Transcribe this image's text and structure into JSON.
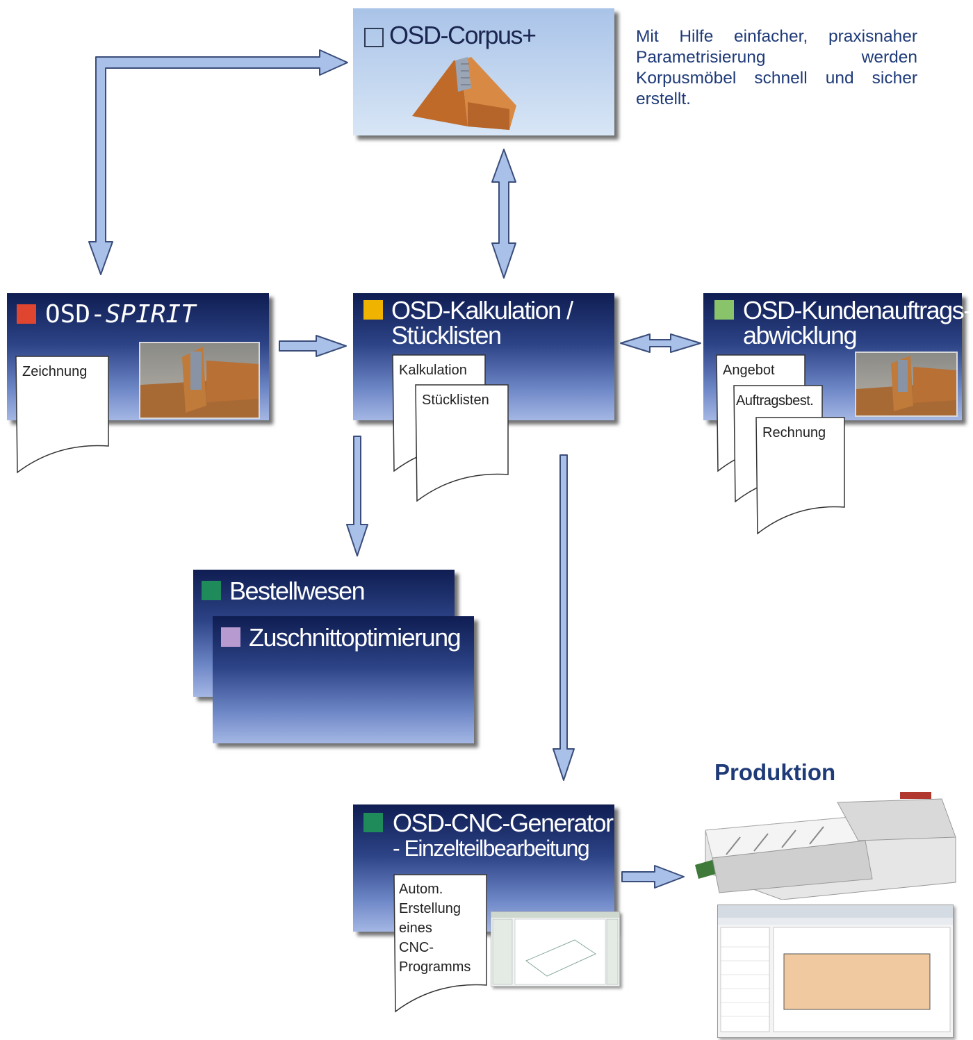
{
  "corpus": {
    "title": "OSD-Corpus+",
    "square_color": "transparent"
  },
  "corpus_description": "Mit Hilfe einfacher, praxisnaher Parametrisierung werden Korpusmöbel schnell und sicher erstellt.",
  "spirit": {
    "title_prefix": "OSD-",
    "title_suffix": "SPIRIT",
    "square_color": "#e0452f",
    "doc": "Zeichnung"
  },
  "kalkulation": {
    "title_line1": "OSD-Kalkulation /",
    "title_line2": "Stücklisten",
    "square_color": "#f0b400",
    "docs": [
      "Kalkulation",
      "Stücklisten"
    ]
  },
  "kunden": {
    "title_line1": "OSD-Kundenauftrags-",
    "title_line2": "abwicklung",
    "square_color": "#8ac46a",
    "docs": [
      "Angebot",
      "Auftragsbest.",
      "Rechnung"
    ]
  },
  "bestellwesen": {
    "title": "Bestellwesen",
    "square_color": "#1f8a5a"
  },
  "zuschnitt": {
    "title": "Zuschnittoptimierung",
    "square_color": "#b79ad0"
  },
  "cnc": {
    "title_line1": "OSD-CNC-Generator",
    "title_line2": "- Einzelteilbearbeitung",
    "square_color": "#1f8a5a",
    "doc_lines": [
      "Autom.",
      "Erstellung",
      "eines",
      "CNC-",
      "Programms"
    ]
  },
  "produktion": {
    "title": "Produktion"
  }
}
